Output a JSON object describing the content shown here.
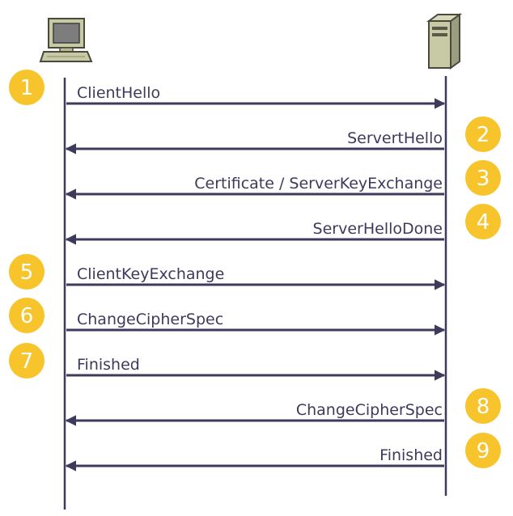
{
  "colors": {
    "lifeline": "#3d3a5c",
    "badge": "#f7c42b",
    "text": "#3d3a5c"
  },
  "participants": {
    "client": {
      "icon": "desktop-computer-icon"
    },
    "server": {
      "icon": "server-tower-icon"
    }
  },
  "messages": [
    {
      "step": "1",
      "label": "ClientHello",
      "direction": "client-to-server"
    },
    {
      "step": "2",
      "label": "ServertHello",
      "direction": "server-to-client"
    },
    {
      "step": "3",
      "label": "Certificate / ServerKeyExchange",
      "direction": "server-to-client"
    },
    {
      "step": "4",
      "label": "ServerHelloDone",
      "direction": "server-to-client"
    },
    {
      "step": "5",
      "label": "ClientKeyExchange",
      "direction": "client-to-server"
    },
    {
      "step": "6",
      "label": "ChangeCipherSpec",
      "direction": "client-to-server"
    },
    {
      "step": "7",
      "label": "Finished",
      "direction": "client-to-server"
    },
    {
      "step": "8",
      "label": "ChangeCipherSpec",
      "direction": "server-to-client"
    },
    {
      "step": "9",
      "label": "Finished",
      "direction": "server-to-client"
    }
  ]
}
